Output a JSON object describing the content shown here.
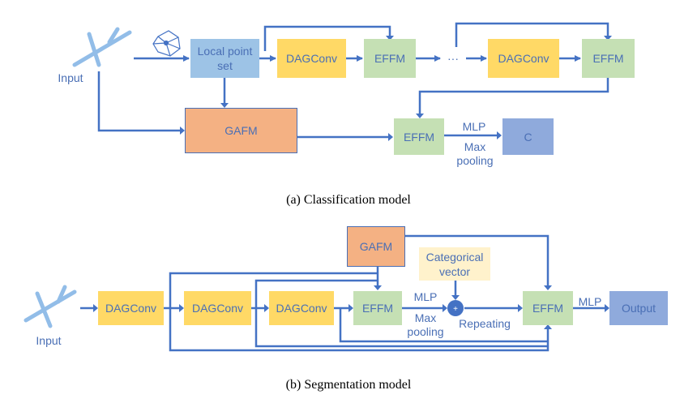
{
  "classification": {
    "input_label": "Input",
    "local_point_set": "Local point set",
    "dagconv_1": "DAGConv",
    "effm_1": "EFFM",
    "ellipsis": "···",
    "dagconv_n": "DAGConv",
    "effm_n": "EFFM",
    "gafm": "GAFM",
    "effm_final": "EFFM",
    "mlp_label": "MLP",
    "maxpool_label": "Max pooling",
    "output": "C",
    "caption": "(a) Classification model"
  },
  "segmentation": {
    "input_label": "Input",
    "dagconv_1": "DAGConv",
    "dagconv_2": "DAGConv",
    "dagconv_3": "DAGConv",
    "gafm": "GAFM",
    "effm_1": "EFFM",
    "categorical_vector": "Categorical vector",
    "mlp_label": "MLP",
    "maxpool_label": "Max pooling",
    "plus_symbol": "+",
    "repeating_label": "Repeating",
    "effm_2": "EFFM",
    "mlp_label_2": "MLP",
    "output": "Output",
    "caption": "(b) Segmentation model"
  },
  "colors": {
    "arrow": "#4472c4",
    "text": "#4a6fb5",
    "dagconv": "#ffd966",
    "effm": "#c5e0b4",
    "local_point_set": "#9dc3e6",
    "gafm": "#f4b183",
    "output": "#8faadc",
    "categorical": "#fff2cc"
  }
}
